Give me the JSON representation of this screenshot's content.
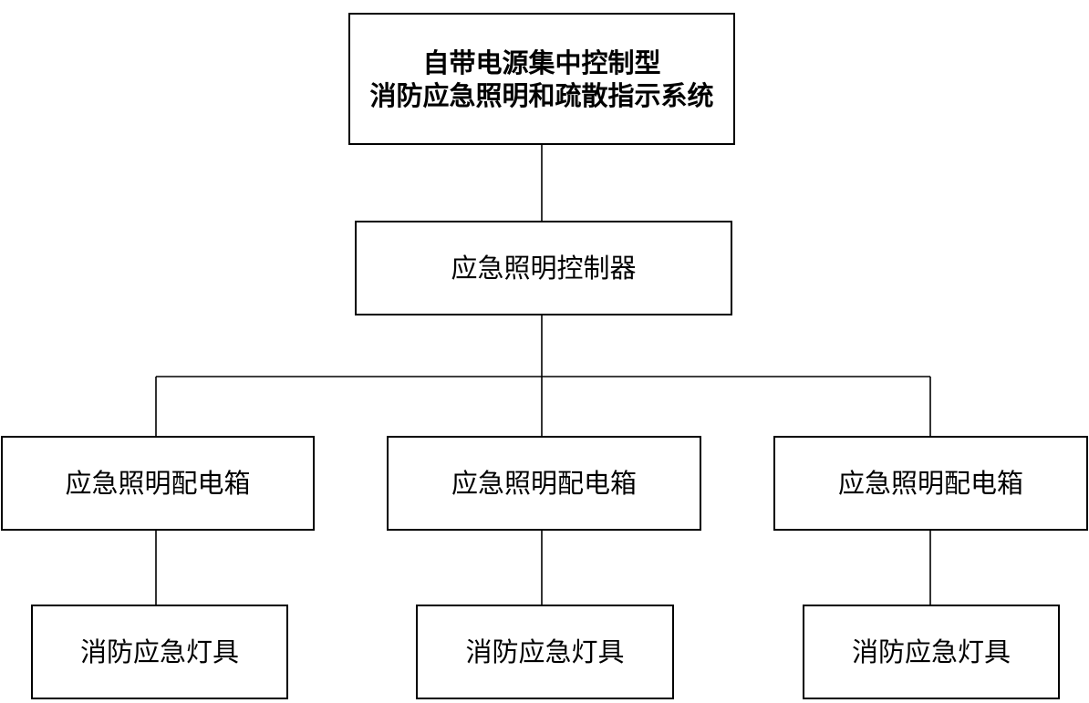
{
  "diagram": {
    "root": {
      "line1": "自带电源集中控制型",
      "line2": "消防应急照明和疏散指示系统"
    },
    "controller": {
      "label": "应急照明控制器"
    },
    "distribution_boxes": [
      {
        "label": "应急照明配电箱"
      },
      {
        "label": "应急照明配电箱"
      },
      {
        "label": "应急照明配电箱"
      }
    ],
    "lamps": [
      {
        "label": "消防应急灯具"
      },
      {
        "label": "消防应急灯具"
      },
      {
        "label": "消防应急灯具"
      }
    ],
    "colors": {
      "stroke": "#000000",
      "fill": "#ffffff",
      "text": "#000000"
    }
  }
}
